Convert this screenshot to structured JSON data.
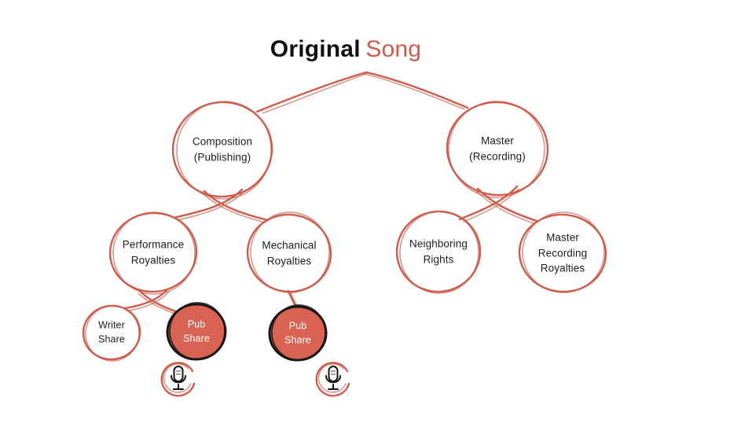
{
  "title": {
    "primary": "Original",
    "accent": "Song"
  },
  "colors": {
    "accent_salmon": "#CE5B4B",
    "node_fill": "#D96352",
    "ink": "#1D1D1D",
    "light_text": "#FFFFFF",
    "background": "#FFFFFF"
  },
  "nodes": {
    "composition": {
      "label": "Composition\n(Publishing)"
    },
    "master": {
      "label": "Master\n(Recording)"
    },
    "performance": {
      "label": "Performance\nRoyalties"
    },
    "mechanical": {
      "label": "Mechanical\nRoyalties"
    },
    "neighboring": {
      "label": "Neighboring\nRights"
    },
    "master_recording": {
      "label": "Master\nRecording\nRoyalties"
    },
    "writer_share": {
      "label": "Writer\nShare"
    },
    "pub_share_performance": {
      "label": "Pub\nShare",
      "highlighted": true
    },
    "pub_share_mechanical": {
      "label": "Pub\nShare",
      "highlighted": true
    }
  },
  "edges": [
    {
      "from": "original_song",
      "to": "composition"
    },
    {
      "from": "original_song",
      "to": "master"
    },
    {
      "from": "composition",
      "to": "performance"
    },
    {
      "from": "composition",
      "to": "mechanical"
    },
    {
      "from": "master",
      "to": "neighboring"
    },
    {
      "from": "master",
      "to": "master_recording"
    },
    {
      "from": "performance",
      "to": "writer_share"
    },
    {
      "from": "performance",
      "to": "pub_share_performance"
    },
    {
      "from": "mechanical",
      "to": "pub_share_mechanical"
    }
  ],
  "icons": {
    "pub_share_performance_badge": "microphone-icon",
    "pub_share_mechanical_badge": "microphone-icon"
  }
}
